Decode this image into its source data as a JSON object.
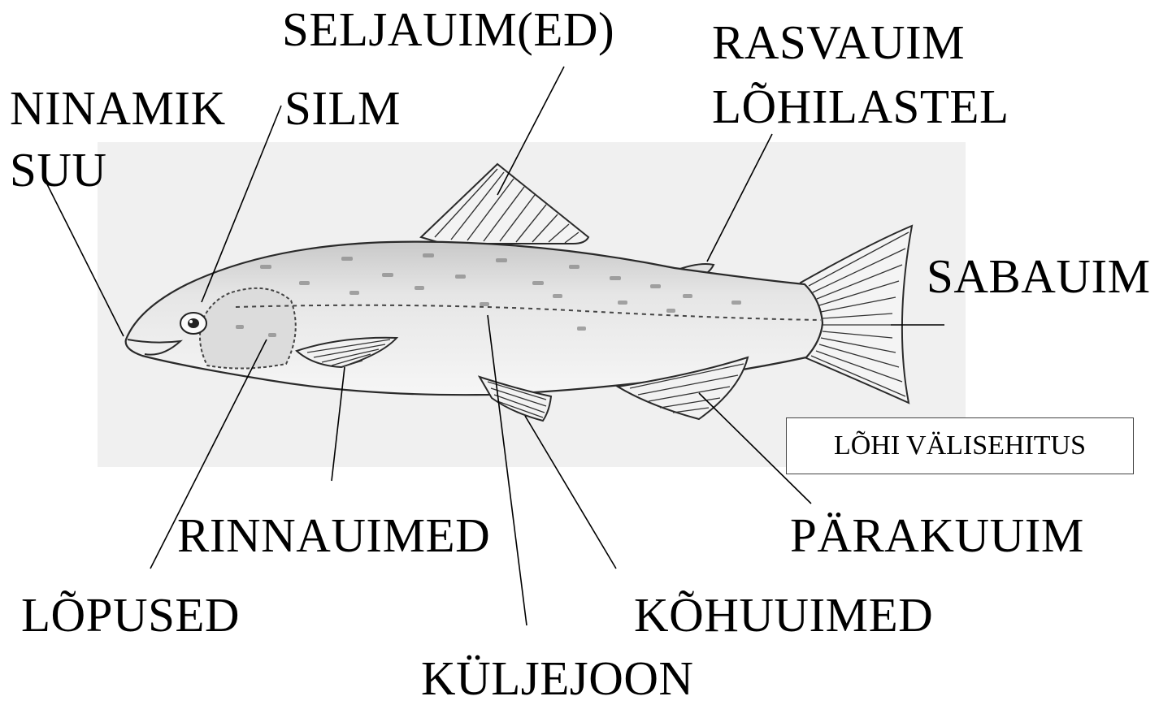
{
  "labels": {
    "ninamik": "NINAMIK",
    "suu": "SUU",
    "silm": "SILM",
    "seljauim": "SELJAUIM(ED)",
    "rasvauim_line1": "RASVAUIM",
    "rasvauim_line2": "LÕHILASTEL",
    "sabauim": "SABAUIM",
    "parakuuim": "PÄRAKUUIM",
    "kohuuimed": "KÕHUUIMED",
    "kuljejoon": "KÜLJEJOON",
    "rinnauimed": "RINNAUIMED",
    "lopused": "LÕPUSED"
  },
  "caption": "LÕHI VÄLISEHITUS",
  "colors": {
    "ink": "#000000",
    "paper": "#f1f1f1",
    "fish_fill": "#e8e8e8",
    "fish_outline": "#2a2a2a",
    "spots": "#8a8a8a"
  }
}
